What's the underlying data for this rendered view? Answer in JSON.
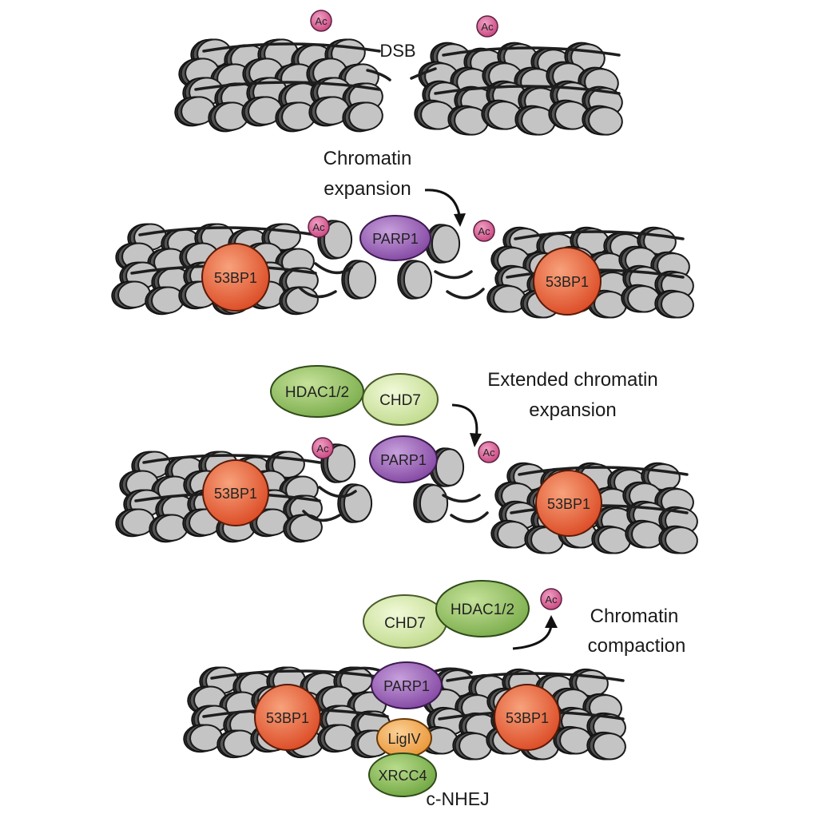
{
  "labels": {
    "dsb": "DSB",
    "expansion_1": "Chromatin",
    "expansion_2": "expansion",
    "extended_1": "Extended chromatin",
    "extended_2": "expansion",
    "compaction_1": "Chromatin",
    "compaction_2": "compaction",
    "cnhej": "c-NHEJ"
  },
  "proteins": {
    "ac": "Ac",
    "parp1": "PARP1",
    "bp53": "53BP1",
    "hdac": "HDAC1/2",
    "chd7": "CHD7",
    "ligiv": "LigIV",
    "xrcc4": "XRCC4"
  },
  "colors": {
    "nucleosome": "#c2c2c2",
    "ac": "#d2588f",
    "parp1": "#9a58b4",
    "bp53": "#ea5a34",
    "hdac": "#8ebd5a",
    "chd7": "#d0e6a0",
    "ligiv": "#f0a650",
    "xrcc4": "#86bb52"
  }
}
